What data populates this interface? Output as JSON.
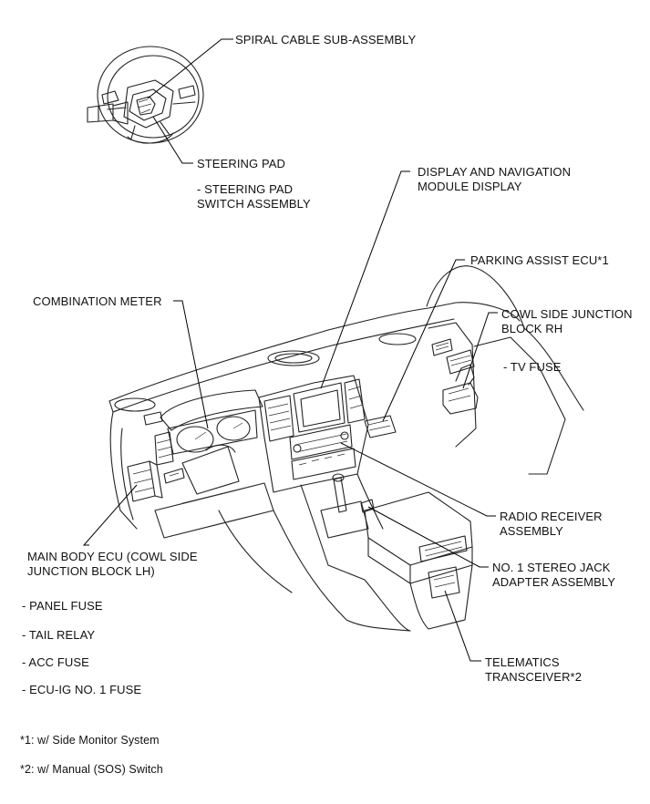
{
  "labels": {
    "spiral_cable": "SPIRAL CABLE SUB-ASSEMBLY",
    "steering_pad": "STEERING PAD",
    "steering_pad_switch_1": "- STEERING PAD",
    "steering_pad_switch_2": "SWITCH ASSEMBLY",
    "display_nav_1": "DISPLAY AND NAVIGATION",
    "display_nav_2": "MODULE DISPLAY",
    "parking_assist": "PARKING ASSIST ECU*1",
    "combination_meter": "COMBINATION METER",
    "cowl_rh_1": "COWL SIDE JUNCTION",
    "cowl_rh_2": "BLOCK RH",
    "tv_fuse": "- TV FUSE",
    "radio_1": "RADIO RECEIVER",
    "radio_2": "ASSEMBLY",
    "main_body_1": "MAIN BODY ECU (COWL SIDE",
    "main_body_2": "JUNCTION BLOCK LH)",
    "stereo_jack_1": "NO. 1 STEREO JACK",
    "stereo_jack_2": "ADAPTER ASSEMBLY",
    "panel_fuse": "- PANEL FUSE",
    "tail_relay": "- TAIL RELAY",
    "acc_fuse": "- ACC FUSE",
    "ecu_ig_fuse": "- ECU-IG NO. 1 FUSE",
    "telematics_1": "TELEMATICS",
    "telematics_2": "TRANSCEIVER*2"
  },
  "notes": {
    "note_1": "*1: w/ Side Monitor System",
    "note_2": "*2: w/ Manual (SOS) Switch"
  }
}
